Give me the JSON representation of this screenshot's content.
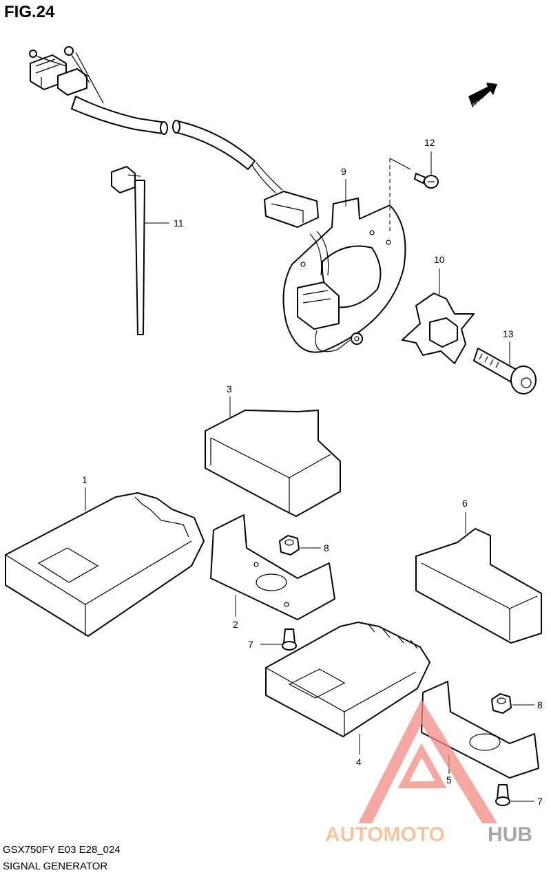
{
  "figure": {
    "title": "FIG.24",
    "model_code": "GSX750FY E03 E28_024",
    "section_name": "SIGNAL GENERATOR",
    "direction_marker": "FWD"
  },
  "callouts": [
    {
      "id": "c1",
      "label": "1"
    },
    {
      "id": "c2",
      "label": "2"
    },
    {
      "id": "c3",
      "label": "3"
    },
    {
      "id": "c4",
      "label": "4"
    },
    {
      "id": "c5",
      "label": "5"
    },
    {
      "id": "c6",
      "label": "6"
    },
    {
      "id": "c7a",
      "label": "7"
    },
    {
      "id": "c7b",
      "label": "7"
    },
    {
      "id": "c8a",
      "label": "8"
    },
    {
      "id": "c8b",
      "label": "8"
    },
    {
      "id": "c9",
      "label": "9"
    },
    {
      "id": "c10",
      "label": "10"
    },
    {
      "id": "c11",
      "label": "11"
    },
    {
      "id": "c12",
      "label": "12"
    },
    {
      "id": "c13",
      "label": "13"
    }
  ],
  "watermark": {
    "part1": "AUTOMOTO",
    "part2": "HUB",
    "color1": "#f5b183",
    "color2": "#8c8c8c",
    "triangle_color": "#f28b82"
  }
}
